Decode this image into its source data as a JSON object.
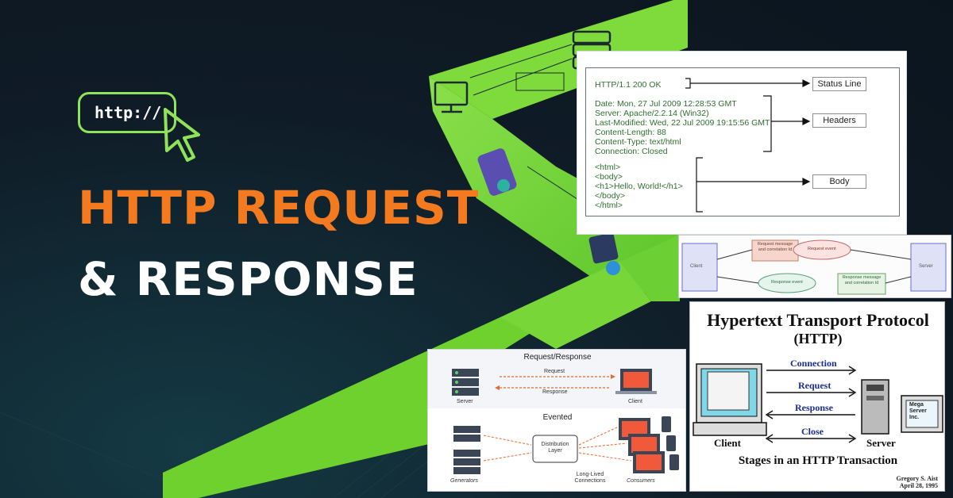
{
  "hero": {
    "http_badge": "http://",
    "headline_line1": "HTTP REQUEST",
    "headline_line2": "& RESPONSE"
  },
  "response_panel": {
    "status_line_text": "HTTP/1.1 200 OK",
    "headers_text": "Date: Mon, 27 Jul 2009 12:28:53 GMT\nServer: Apache/2.2.14 (Win32)\nLast-Modified: Wed, 22 Jul 2009 19:15:56 GMT\nContent-Length: 88\nContent-Type: text/html\nConnection: Closed",
    "body_text": "<html>\n<body>\n<h1>Hello, World!</h1>\n</body>\n</html>",
    "labels": {
      "status_line": "Status Line",
      "headers": "Headers",
      "body": "Body"
    }
  },
  "sketch_panel": {
    "client": "Client",
    "server": "Server",
    "request_message": "Request message and correlation Id",
    "request_event": "Request event",
    "response_event": "Response event",
    "response_message": "Response message and correlation Id"
  },
  "transaction_panel": {
    "title": "Hypertext Transport Protocol",
    "subtitle": "(HTTP)",
    "arrows": [
      "Connection",
      "Request",
      "Response",
      "Close"
    ],
    "client_label": "Client",
    "server_label": "Server",
    "server_sign": "Mega\nServer\nInc.",
    "caption": "Stages in an HTTP Transaction",
    "signature_name": "Gregory S. Aist",
    "signature_date": "April 28, 1995"
  },
  "evented_panel": {
    "top_title": "Request/Response",
    "request": "Request",
    "response": "Response",
    "server": "Server",
    "client": "Client",
    "bottom_title": "Evented",
    "distribution_layer": "Distribution\nLayer",
    "long_lived": "Long-Lived\nConnections",
    "generators": "Generators",
    "consumers": "Consumers"
  },
  "colors": {
    "background": "#0f1b26",
    "accent_green": "#6fd12e",
    "headline_orange": "#f47a1f",
    "white": "#ffffff"
  }
}
